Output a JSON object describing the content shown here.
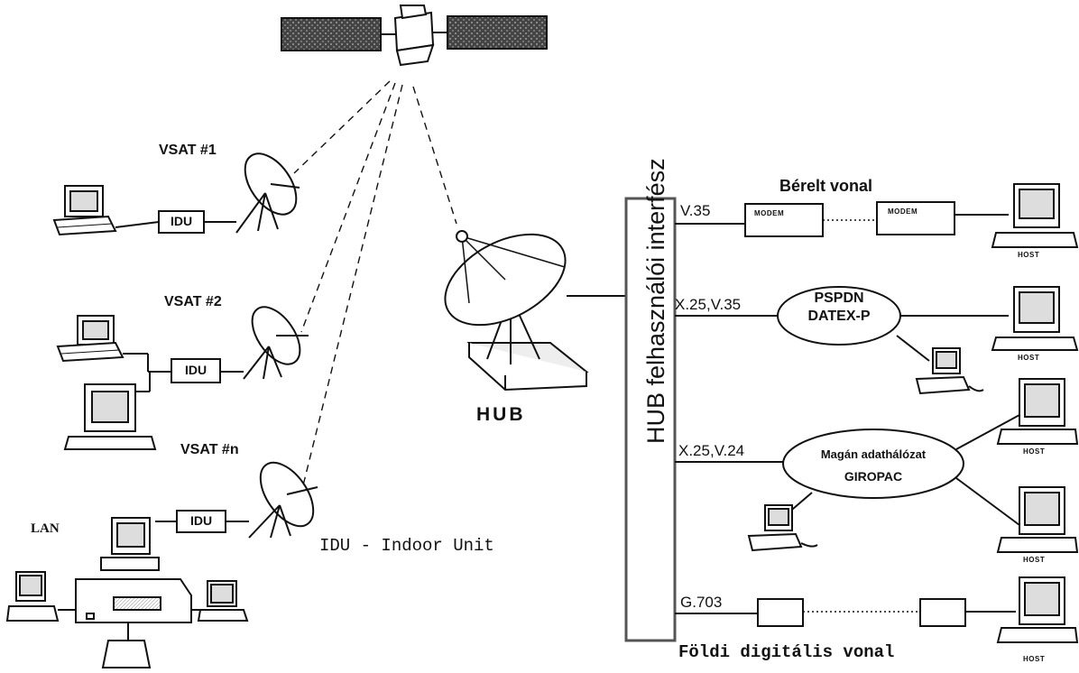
{
  "labels": {
    "vsat1": "VSAT #1",
    "vsat2": "VSAT #2",
    "vsatn": "VSAT #n",
    "idu": "IDU",
    "lan": "LAN",
    "hub": "HUB",
    "idu_legend": "IDU - Indoor Unit",
    "interface": "HUB felhasználói interfész",
    "leased_line": "Bérelt vonal",
    "v35": "V.35",
    "x25_v35": "X.25,V.35",
    "x25_v24": "X.25,V.24",
    "g703": "G.703",
    "modem": "MODEM",
    "pspdn_1": "PSPDN",
    "pspdn_2": "DATEX-P",
    "private_net_1": "Magán adathálózat",
    "private_net_2": "GIROPAC",
    "terrestrial": "Földi digitális vonal",
    "host": "HOST"
  },
  "colors": {
    "ink": "#111111",
    "panel": "#555555"
  }
}
